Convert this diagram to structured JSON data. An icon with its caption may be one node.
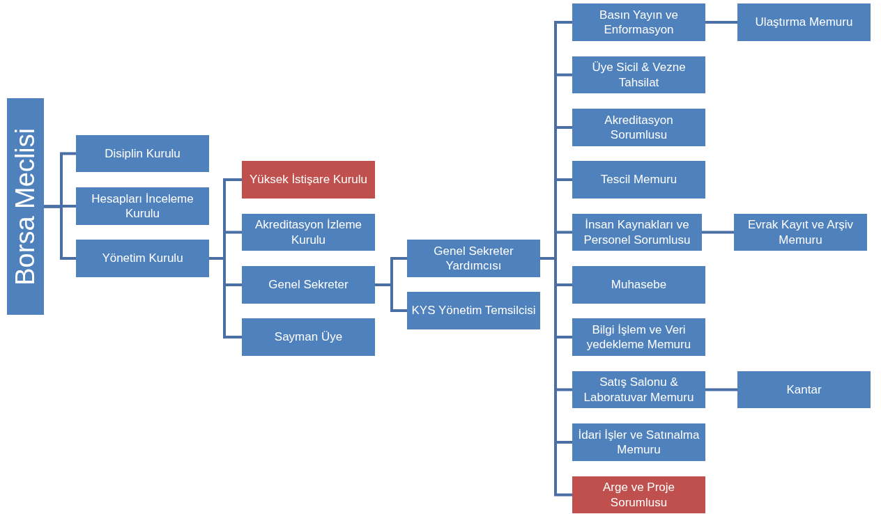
{
  "diagram": {
    "nodes": [
      {
        "text": [
          "Borsa Meclisi"
        ]
      },
      {
        "text": [
          "Disiplin Kurulu"
        ]
      },
      {
        "text": [
          "Hesapları İnceleme Kurulu"
        ]
      },
      {
        "text": [
          "Yönetim Kurulu"
        ]
      },
      {
        "text": [
          "Yüksek İstişare Kurulu"
        ]
      },
      {
        "text": [
          "Akreditasyon İzleme Kurulu"
        ]
      },
      {
        "text": [
          "Genel Sekreter"
        ]
      },
      {
        "text": [
          "Sayman Üye"
        ]
      },
      {
        "text": [
          "Genel Sekreter Yardımcısı"
        ]
      },
      {
        "text": [
          "KYS Yönetim Temsilcisi"
        ]
      },
      {
        "text": [
          "Basın Yayın ve Enformasyon"
        ]
      },
      {
        "text": [
          "Ulaştırma Memuru"
        ]
      },
      {
        "text": [
          "Üye Sicil & Vezne Tahsilat"
        ]
      },
      {
        "text": [
          "Akreditasyon Sorumlusu"
        ]
      },
      {
        "text": [
          "Tescil Memuru"
        ]
      },
      {
        "text": [
          "İnsan Kaynakları ve Personel Sorumlusu"
        ]
      },
      {
        "text": [
          "Evrak Kayıt ve Arşiv Memuru"
        ]
      },
      {
        "text": [
          "Muhasebe"
        ]
      },
      {
        "text": [
          "Bilgi İşlem ve Veri yedekleme Memuru"
        ]
      },
      {
        "text": [
          "Satış Salonu & Laboratuvar Memuru"
        ]
      },
      {
        "text": [
          "Kantar"
        ]
      },
      {
        "text": [
          "İdari İşler ve Satınalma Memuru"
        ]
      },
      {
        "text": [
          "Arge ve Proje Sorumlusu"
        ]
      }
    ],
    "edges": [
      {
        "from": 0,
        "to": 1,
        "arrow": "none"
      },
      {
        "from": 0,
        "to": 2,
        "arrow": "none"
      },
      {
        "from": 0,
        "to": 3,
        "arrow": "none"
      },
      {
        "from": 3,
        "to": 4,
        "arrow": "none"
      },
      {
        "from": 3,
        "to": 5,
        "arrow": "none"
      },
      {
        "from": 3,
        "to": 6,
        "arrow": "none"
      },
      {
        "from": 3,
        "to": 7,
        "arrow": "none"
      },
      {
        "from": 6,
        "to": 8,
        "arrow": "none"
      },
      {
        "from": 6,
        "to": 9,
        "arrow": "none"
      },
      {
        "from": 8,
        "to": 10,
        "arrow": "none"
      },
      {
        "from": 8,
        "to": 12,
        "arrow": "none"
      },
      {
        "from": 8,
        "to": 13,
        "arrow": "none"
      },
      {
        "from": 8,
        "to": 14,
        "arrow": "none"
      },
      {
        "from": 8,
        "to": 15,
        "arrow": "none"
      },
      {
        "from": 8,
        "to": 17,
        "arrow": "none"
      },
      {
        "from": 8,
        "to": 18,
        "arrow": "none"
      },
      {
        "from": 8,
        "to": 19,
        "arrow": "none"
      },
      {
        "from": 8,
        "to": 21,
        "arrow": "none"
      },
      {
        "from": 8,
        "to": 22,
        "arrow": "none"
      },
      {
        "from": 10,
        "to": 11,
        "arrow": "none"
      },
      {
        "from": 15,
        "to": 16,
        "arrow": "none"
      },
      {
        "from": 19,
        "to": 20,
        "arrow": "none"
      }
    ]
  }
}
